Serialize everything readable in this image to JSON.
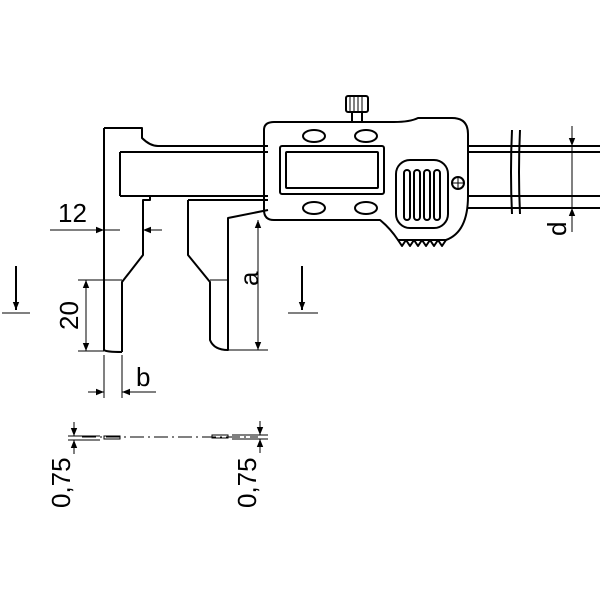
{
  "dimensions": {
    "jaw_gap": "12",
    "tip_length": "20",
    "tip_width": "b",
    "jaw_depth": "a",
    "beam_thickness": "d",
    "tip_offset_left": "0,75",
    "tip_offset_right": "0,75"
  }
}
